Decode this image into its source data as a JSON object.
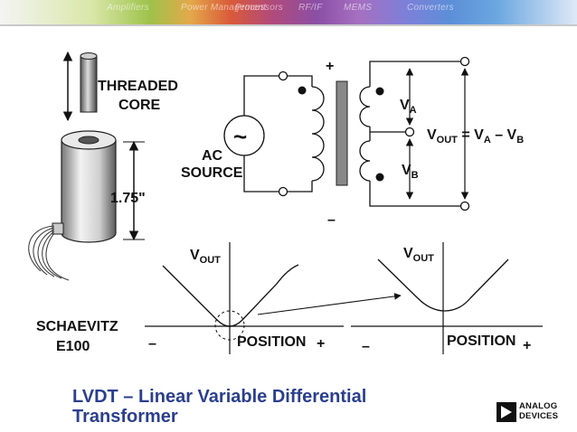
{
  "banner": {
    "labels": [
      "Amplifiers",
      "Power Management",
      "Processors",
      "RF/IF",
      "MEMS",
      "Converters"
    ]
  },
  "core": {
    "label_line1": "THREADED",
    "label_line2": "CORE"
  },
  "dimension": {
    "length": "1.75\""
  },
  "part": {
    "line1": "SCHAEVITZ",
    "line2": "E100"
  },
  "source": {
    "symbol": "~",
    "line1": "AC",
    "line2": "SOURCE"
  },
  "transformer": {
    "plus": "+",
    "minus": "–"
  },
  "voltages": {
    "va": "V",
    "va_sub": "A",
    "vb": "V",
    "vb_sub": "B",
    "vout_eq": {
      "v": "V",
      "out": "OUT",
      "eq": " = V",
      "a": "A",
      "minus": " – V",
      "b": "B"
    }
  },
  "graph_left": {
    "ylabel_v": "V",
    "ylabel_sub": "OUT",
    "xlabel": "POSITION",
    "minus": "–",
    "plus": "+"
  },
  "graph_right": {
    "ylabel_v": "V",
    "ylabel_sub": "OUT",
    "xlabel": "POSITION",
    "minus": "–",
    "plus": "+"
  },
  "title": {
    "line1": "LVDT – Linear Variable Differential",
    "line2": "Transformer"
  },
  "logo": {
    "line1": "ANALOG",
    "line2": "DEVICES"
  },
  "colors": {
    "title": "#2b3f8f",
    "core": "#888888"
  }
}
